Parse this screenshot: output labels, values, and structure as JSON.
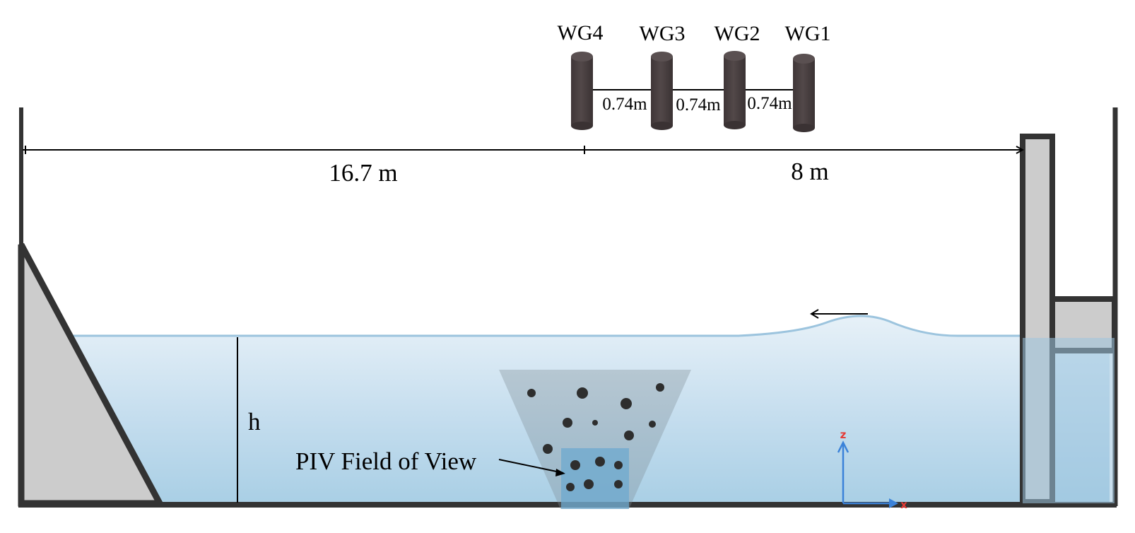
{
  "gauges": [
    {
      "label": "WG4"
    },
    {
      "label": "WG3"
    },
    {
      "label": "WG2"
    },
    {
      "label": "WG1"
    }
  ],
  "gauge_spacings": [
    "0.74m",
    "0.74m",
    "0.74m"
  ],
  "dimensions": {
    "left_length": "16.7 m",
    "right_length": "8 m",
    "depth": "h"
  },
  "piv_label": "PIV Field of View",
  "axes": {
    "vertical": "z",
    "horizontal": "x",
    "vertical_color": "#e53935",
    "horizontal_color": "#e53935",
    "arrow_color": "#3b82d9"
  },
  "colors": {
    "tank_wall": "#333333",
    "gauge": "#4a4142",
    "beach": "#cccccc",
    "water_top": "#e6f0f7",
    "water_bottom": "#a5cde4",
    "surface_line": "#9cc4de"
  }
}
